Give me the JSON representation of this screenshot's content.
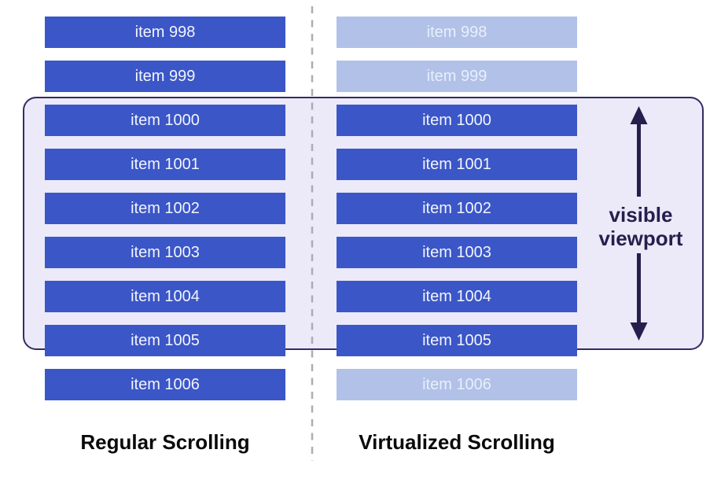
{
  "columns": {
    "left": {
      "label": "Regular Scrolling",
      "items": [
        {
          "label": "item 998",
          "state": "solid"
        },
        {
          "label": "item 999",
          "state": "solid"
        },
        {
          "label": "item 1000",
          "state": "solid"
        },
        {
          "label": "item 1001",
          "state": "solid"
        },
        {
          "label": "item 1002",
          "state": "solid"
        },
        {
          "label": "item 1003",
          "state": "solid"
        },
        {
          "label": "item 1004",
          "state": "solid"
        },
        {
          "label": "item 1005",
          "state": "solid"
        },
        {
          "label": "item 1006",
          "state": "solid"
        }
      ]
    },
    "right": {
      "label": "Virtualized Scrolling",
      "items": [
        {
          "label": "item 998",
          "state": "faded"
        },
        {
          "label": "item 999",
          "state": "faded"
        },
        {
          "label": "item 1000",
          "state": "solid"
        },
        {
          "label": "item 1001",
          "state": "solid"
        },
        {
          "label": "item 1002",
          "state": "solid"
        },
        {
          "label": "item 1003",
          "state": "solid"
        },
        {
          "label": "item 1004",
          "state": "solid"
        },
        {
          "label": "item 1005",
          "state": "solid"
        },
        {
          "label": "item 1006",
          "state": "faded"
        }
      ]
    }
  },
  "viewport": {
    "label_line1": "visible",
    "label_line2": "viewport"
  },
  "colors": {
    "item_solid": "#3B56C7",
    "item_faded": "#B1C1E8",
    "item_text_solid": "#F2F5FC",
    "item_text_faded": "#E9EEFA",
    "viewport_fill": "#ECE9F8",
    "viewport_border": "#332C62",
    "accent_navy": "#251F4E",
    "divider_gray": "#ACACB4",
    "label_text": "#0A0A0A"
  }
}
